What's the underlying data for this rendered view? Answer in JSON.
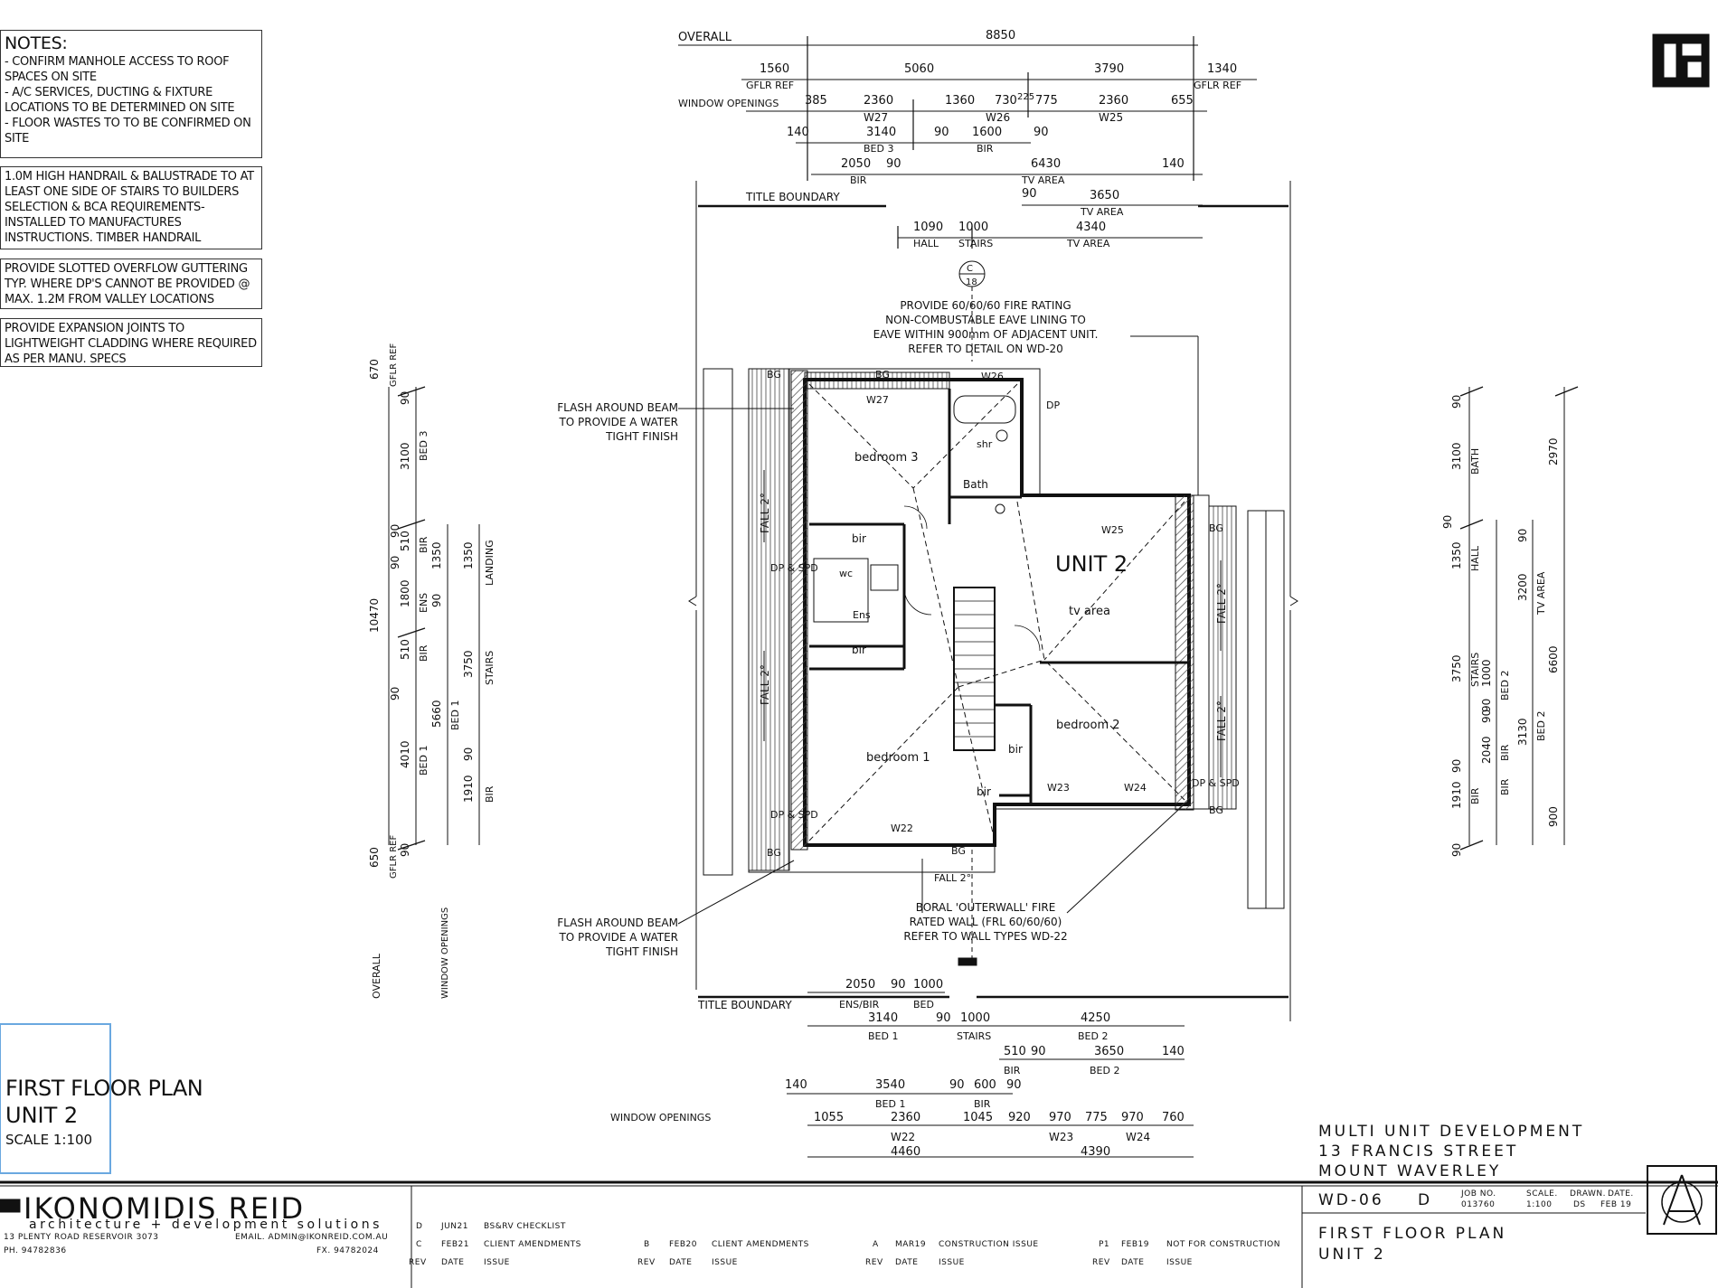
{
  "notes": {
    "heading": "NOTES:",
    "items": [
      "- CONFIRM MANHOLE ACCESS TO ROOF SPACES ON SITE",
      "- A/C SERVICES, DUCTING & FIXTURE LOCATIONS TO BE DETERMINED ON SITE",
      "- FLOOR WASTES TO TO BE CONFIRMED ON SITE"
    ],
    "handrail": "1.0m HIGH HANDRAIL & BALUSTRADE TO AT LEAST ONE SIDE OF STAIRS TO BUILDERS SELECTION & BCA REQUIREMENTS-INSTALLED TO MANUFACTURES INSTRUCTIONS. TIMBER HANDRAIL",
    "guttering": "PROVIDE SLOTTED OVERFLOW GUTTERING TYP. WHERE DP's CANNOT BE PROVIDED @ MAX. 1.2m FROM VALLEY LOCATIONS",
    "expansion": "PROVIDE EXPANSION JOINTS TO LIGHTWEIGHT CLADDING WHERE REQUIRED AS PER MANU. SPECS"
  },
  "plan": {
    "unit_label": "UNIT 2",
    "rooms": [
      "bedroom 3",
      "bedroom 1",
      "bedroom 2",
      "tv area",
      "bir",
      "bir",
      "bir",
      "bir",
      "Bath",
      "wc",
      "Ens",
      "shr"
    ],
    "windows": [
      "W27",
      "W26",
      "W25",
      "W23",
      "W24",
      "W22"
    ],
    "annotations": {
      "fire_rating": [
        "PROVIDE 60/60/60 FIRE RATING",
        "NON-COMBUSTABLE EAVE LINING TO",
        "EAVE WITHIN 900mm OF ADJACENT UNIT.",
        "REFER TO DETAIL ON WD-20"
      ],
      "flash_top": [
        "FLASH AROUND BEAM",
        "TO PROVIDE A WATER",
        "TIGHT FINISH"
      ],
      "flash_bottom": [
        "FLASH AROUND BEAM",
        "TO PROVIDE A WATER",
        "TIGHT FINISH"
      ],
      "boral": [
        "BORAL 'OUTERWALL' FIRE",
        "RATED WALL (FRL 60/60/60)",
        "REFER TO WALL TYPES WD-22"
      ],
      "title_boundary_top": "TITLE BOUNDARY",
      "title_boundary_bottom": "TITLE BOUNDARY",
      "fall": "FALL 2°",
      "bg": "BG",
      "dp": "DP",
      "dp_spd": "DP & SPD",
      "section_letter": "C",
      "section_number": "18"
    },
    "top_dims": {
      "overall_label": "OVERALL",
      "overall": "8850",
      "row1": [
        "1560",
        "5060",
        "3790",
        "1340"
      ],
      "gflr_ref": "GFLR REF",
      "window_label": "WINDOW OPENINGS",
      "row2": [
        "385",
        "2360",
        "1360",
        "730",
        "225",
        "775",
        "2360",
        "655"
      ],
      "row2_labels": [
        "W27",
        "W26",
        "W25"
      ],
      "row3": [
        "140",
        "3140",
        "90",
        "1600",
        "90"
      ],
      "row3_labels": [
        "BED 3",
        "BIR"
      ],
      "row4": [
        "2050",
        "90",
        "6430",
        "140"
      ],
      "row4_labels": [
        "BIR",
        "TV AREA"
      ],
      "row5": [
        "90",
        "3650"
      ],
      "row5_labels": [
        "TV AREA"
      ],
      "row6": [
        "1090",
        "1000",
        "4340"
      ],
      "row6_labels": [
        "HALL",
        "STAIRS",
        "TV AREA"
      ]
    },
    "bottom_dims": {
      "row1": [
        "2050",
        "90",
        "1000"
      ],
      "row1_labels": [
        "ENS/BIR",
        "BED"
      ],
      "row2": [
        "3140",
        "90",
        "1000",
        "4250"
      ],
      "row2_labels": [
        "BED 1",
        "STAIRS",
        "BED 2"
      ],
      "row3": [
        "510",
        "90",
        "3650",
        "140"
      ],
      "row3_labels": [
        "BIR",
        "BED 2"
      ],
      "row4": [
        "140",
        "3540",
        "90",
        "600",
        "90"
      ],
      "row4_labels": [
        "BED 1",
        "BIR"
      ],
      "window_label": "WINDOW OPENINGS",
      "row5": [
        "1055",
        "2360",
        "1045",
        "920",
        "970",
        "775",
        "970",
        "760"
      ],
      "row5_labels": [
        "W22",
        "W23",
        "W24"
      ],
      "row6": [
        "4460",
        "4390"
      ]
    },
    "left_dims": {
      "vals": [
        "670",
        "90",
        "3100",
        "90",
        "510",
        "90",
        "1800",
        "90",
        "510",
        "90",
        "4010",
        "90",
        "650",
        "1910",
        "1350",
        "3750",
        "5660",
        "10470",
        "90",
        "1350"
      ],
      "labels": [
        "GFLR REF",
        "BED 3",
        "BIR",
        "ENS",
        "BIR",
        "BED 1",
        "GFLR REF",
        "BIR",
        "LANDING",
        "STAIRS",
        "BED 1",
        "OVERALL",
        "WINDOW OPENINGS"
      ]
    },
    "right_dims": {
      "vals": [
        "90",
        "3100",
        "90",
        "1350",
        "3750",
        "90",
        "1000",
        "90",
        "2040",
        "90",
        "1910",
        "90",
        "2970",
        "3200",
        "6600",
        "3130",
        "900",
        "90"
      ],
      "labels": [
        "BATH",
        "HALL",
        "STAIRS",
        "BED 2",
        "BIR",
        "BIR",
        "TV AREA",
        "BED 2",
        "BIR"
      ]
    }
  },
  "title": {
    "plan_title": "FIRST FLOOR PLAN",
    "plan_unit": "UNIT 2",
    "plan_scale": "SCALE 1:100",
    "company": "IKONOMIDIS REID",
    "tagline": "architecture + development solutions",
    "address": "13 PLENTY ROAD RESERVOIR 3073",
    "email": "EMAIL. ADMIN@IKONREID.COM.AU",
    "phone": "PH. 94782836",
    "fax": "FX. 94782024",
    "project": [
      "MULTI UNIT DEVELOPMENT",
      "13 FRANCIS STREET",
      "MOUNT WAVERLEY"
    ],
    "drawing_no": "WD-06",
    "revision": "D",
    "job_no_label": "JOB NO.",
    "job_no": "013760",
    "scale_label": "SCALE.",
    "scale": "1:100",
    "drawn_label": "DRAWN.",
    "drawn": "DS",
    "date_label": "DATE.",
    "date": "FEB 19",
    "sheet_title": [
      "FIRST FLOOR PLAN",
      "UNIT 2"
    ],
    "rev_header": [
      "REV",
      "DATE",
      "ISSUE"
    ],
    "revisions": [
      {
        "rev": "D",
        "date": "JUN21",
        "issue": "BS&RV CHECKLIST"
      },
      {
        "rev": "C",
        "date": "FEB21",
        "issue": "CLIENT AMENDMENTS"
      },
      {
        "rev": "B",
        "date": "FEB20",
        "issue": "CLIENT AMENDMENTS"
      },
      {
        "rev": "A",
        "date": "MAR19",
        "issue": "CONSTRUCTION ISSUE"
      },
      {
        "rev": "P1",
        "date": "FEB19",
        "issue": "NOT FOR CONSTRUCTION"
      }
    ]
  },
  "colors": {
    "line": "#111111",
    "stamp": "#6aa8e0",
    "hatch": "#444444"
  }
}
